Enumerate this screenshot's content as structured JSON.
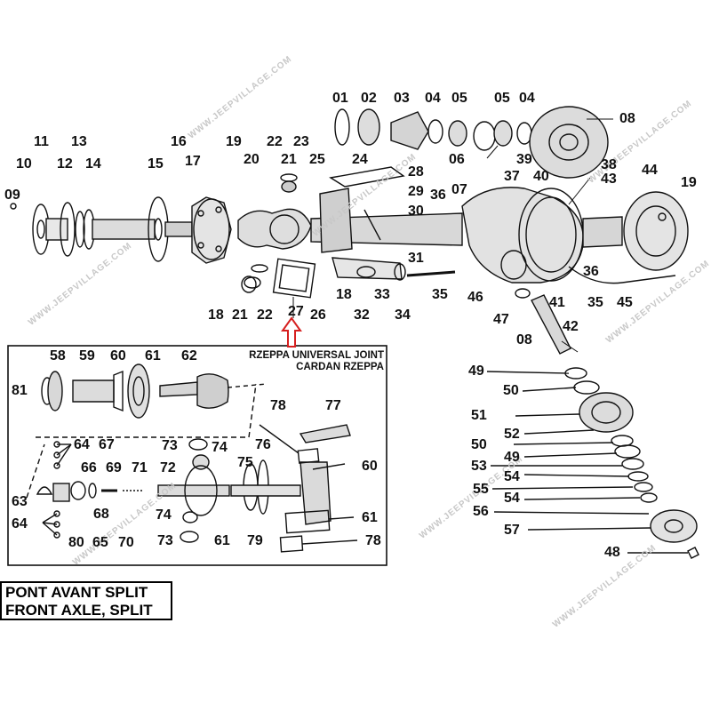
{
  "inset": {
    "title_line1": "RZEPPA UNIVERSAL JOINT",
    "title_line2": "CARDAN RZEPPA"
  },
  "caption": {
    "line1": "PONT AVANT SPLIT",
    "line2": "FRONT AXLE, SPLIT"
  },
  "watermark": "WWW.JEEPVILLAGE.COM",
  "colors": {
    "ink": "#111111",
    "arrow": "#d62020",
    "paper": "#ffffff"
  },
  "labels": {
    "l01": "01",
    "l02": "02",
    "l03": "03",
    "l04a": "04",
    "l05a": "05",
    "l05b": "05",
    "l04b": "04",
    "l08a": "08",
    "l11": "11",
    "l13": "13",
    "l16": "16",
    "l19a": "19",
    "l22a": "22",
    "l23": "23",
    "l10": "10",
    "l12": "12",
    "l14": "14",
    "l15": "15",
    "l17": "17",
    "l20": "20",
    "l21a": "21",
    "l25": "25",
    "l24": "24",
    "l28": "28",
    "l06": "06",
    "l07": "07",
    "l39": "39",
    "l38": "38",
    "l44": "44",
    "l37": "37",
    "l40": "40",
    "l43": "43",
    "l19b": "19",
    "l09": "09",
    "l29": "29",
    "l36a": "36",
    "l30": "30",
    "l31": "31",
    "l18a": "18",
    "l33": "33",
    "l35a": "35",
    "l36b": "36",
    "l46": "46",
    "l41": "41",
    "l35b": "35",
    "l45": "45",
    "l18b": "18",
    "l21b": "21",
    "l22b": "22",
    "l27": "27",
    "l26": "26",
    "l32": "32",
    "l34": "34",
    "l47": "47",
    "l42": "42",
    "l08b": "08",
    "l58": "58",
    "l59": "59",
    "l60a": "60",
    "l61a": "61",
    "l62": "62",
    "l81": "81",
    "l49a": "49",
    "l50a": "50",
    "l78a": "78",
    "l77": "77",
    "l51": "51",
    "l73a": "73",
    "l74a": "74",
    "l76": "76",
    "l64a": "64",
    "l67": "67",
    "l52": "52",
    "l50b": "50",
    "l60b": "60",
    "l49b": "49",
    "l66": "66",
    "l69": "69",
    "l71": "71",
    "l72": "72",
    "l75": "75",
    "l53": "53",
    "l54a": "54",
    "l63": "63",
    "l55": "55",
    "l68": "68",
    "l54b": "54",
    "l74b": "74",
    "l56": "56",
    "l64b": "64",
    "l61b": "61",
    "l57": "57",
    "l80": "80",
    "l65": "65",
    "l70": "70",
    "l73b": "73",
    "l61c": "61",
    "l79": "79",
    "l78b": "78",
    "l48": "48"
  }
}
